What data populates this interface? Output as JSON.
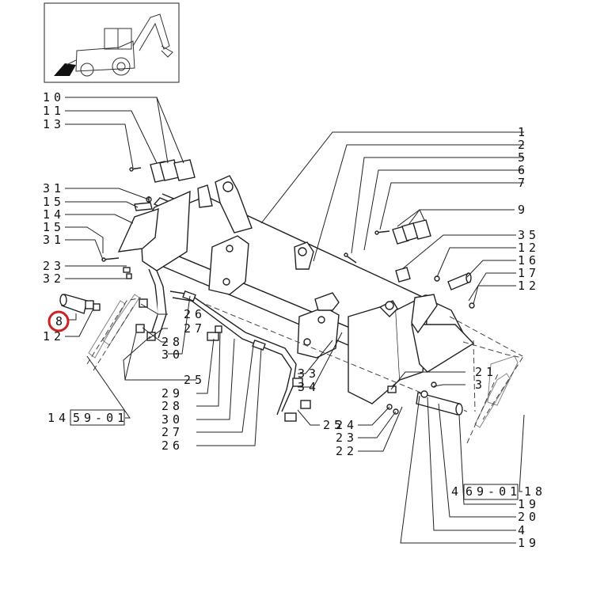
{
  "thumbnail": {
    "icon": "backhoe-loader-icon"
  },
  "highlight_color": "#cc2222",
  "callouts": {
    "c10": "10",
    "c11a": "11",
    "c13": "13",
    "c31a": "31",
    "c15a": "15",
    "c14": "14",
    "c15b": "15",
    "c31b": "31",
    "c23a": "23",
    "c32": "32",
    "c8": "8",
    "c12a": "12",
    "c1": "1",
    "c2": "2",
    "c5": "5",
    "c6": "6",
    "c7": "7",
    "c9": "9",
    "c35": "35",
    "c12b": "12",
    "c16": "16",
    "c17": "17",
    "c12c": "12",
    "c26a": "26",
    "c27a": "27",
    "c28a": "28",
    "c30a": "30",
    "c25a": "25",
    "c29": "29",
    "c28b": "28",
    "c30b": "30",
    "c27b": "27",
    "c26b": "26",
    "c33": "33",
    "c34": "34",
    "c25b": "25",
    "c24": "24",
    "c23b": "23",
    "c22": "22",
    "c21": "21",
    "c3": "3",
    "c14b": "14",
    "c18": "18",
    "c19a": "19",
    "c20": "20",
    "c4": "4",
    "c19b": "19"
  },
  "refs": {
    "left": "59-01",
    "right": "69-01"
  }
}
